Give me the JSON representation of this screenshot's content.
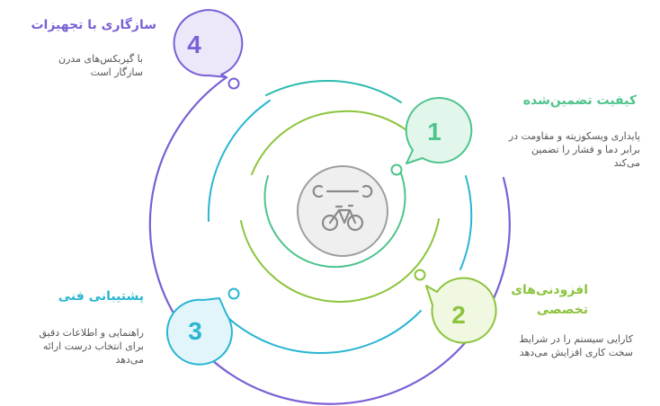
{
  "colors": {
    "purple": "#7b5fd6",
    "teal": "#2bbbb0",
    "green": "#4ec48c",
    "lime": "#8cc43c",
    "cyan": "#29b6d2",
    "gray": "#9e9e9e"
  },
  "center": {
    "icon": "bicycle-wrench-icon"
  },
  "items": [
    {
      "number": "1",
      "title": "کیفیت تضمین‌شده",
      "description": "پایداری ویسکوزیته و مقاومت در برابر دما و فشار را تضمین می‌کند"
    },
    {
      "number": "2",
      "title": "افزودنی‌های تخصصی",
      "description": "کارایی سیستم را در شرایط سخت کاری افزایش می‌دهد"
    },
    {
      "number": "3",
      "title": "پشتیبانی فنی",
      "description": "راهنمایی و اطلاعات دقیق برای انتخاب درست ارائه می‌دهد"
    },
    {
      "number": "4",
      "title": "سازگاری با تجهیزات",
      "description": "با گیربکس‌های مدرن سازگار است"
    }
  ]
}
